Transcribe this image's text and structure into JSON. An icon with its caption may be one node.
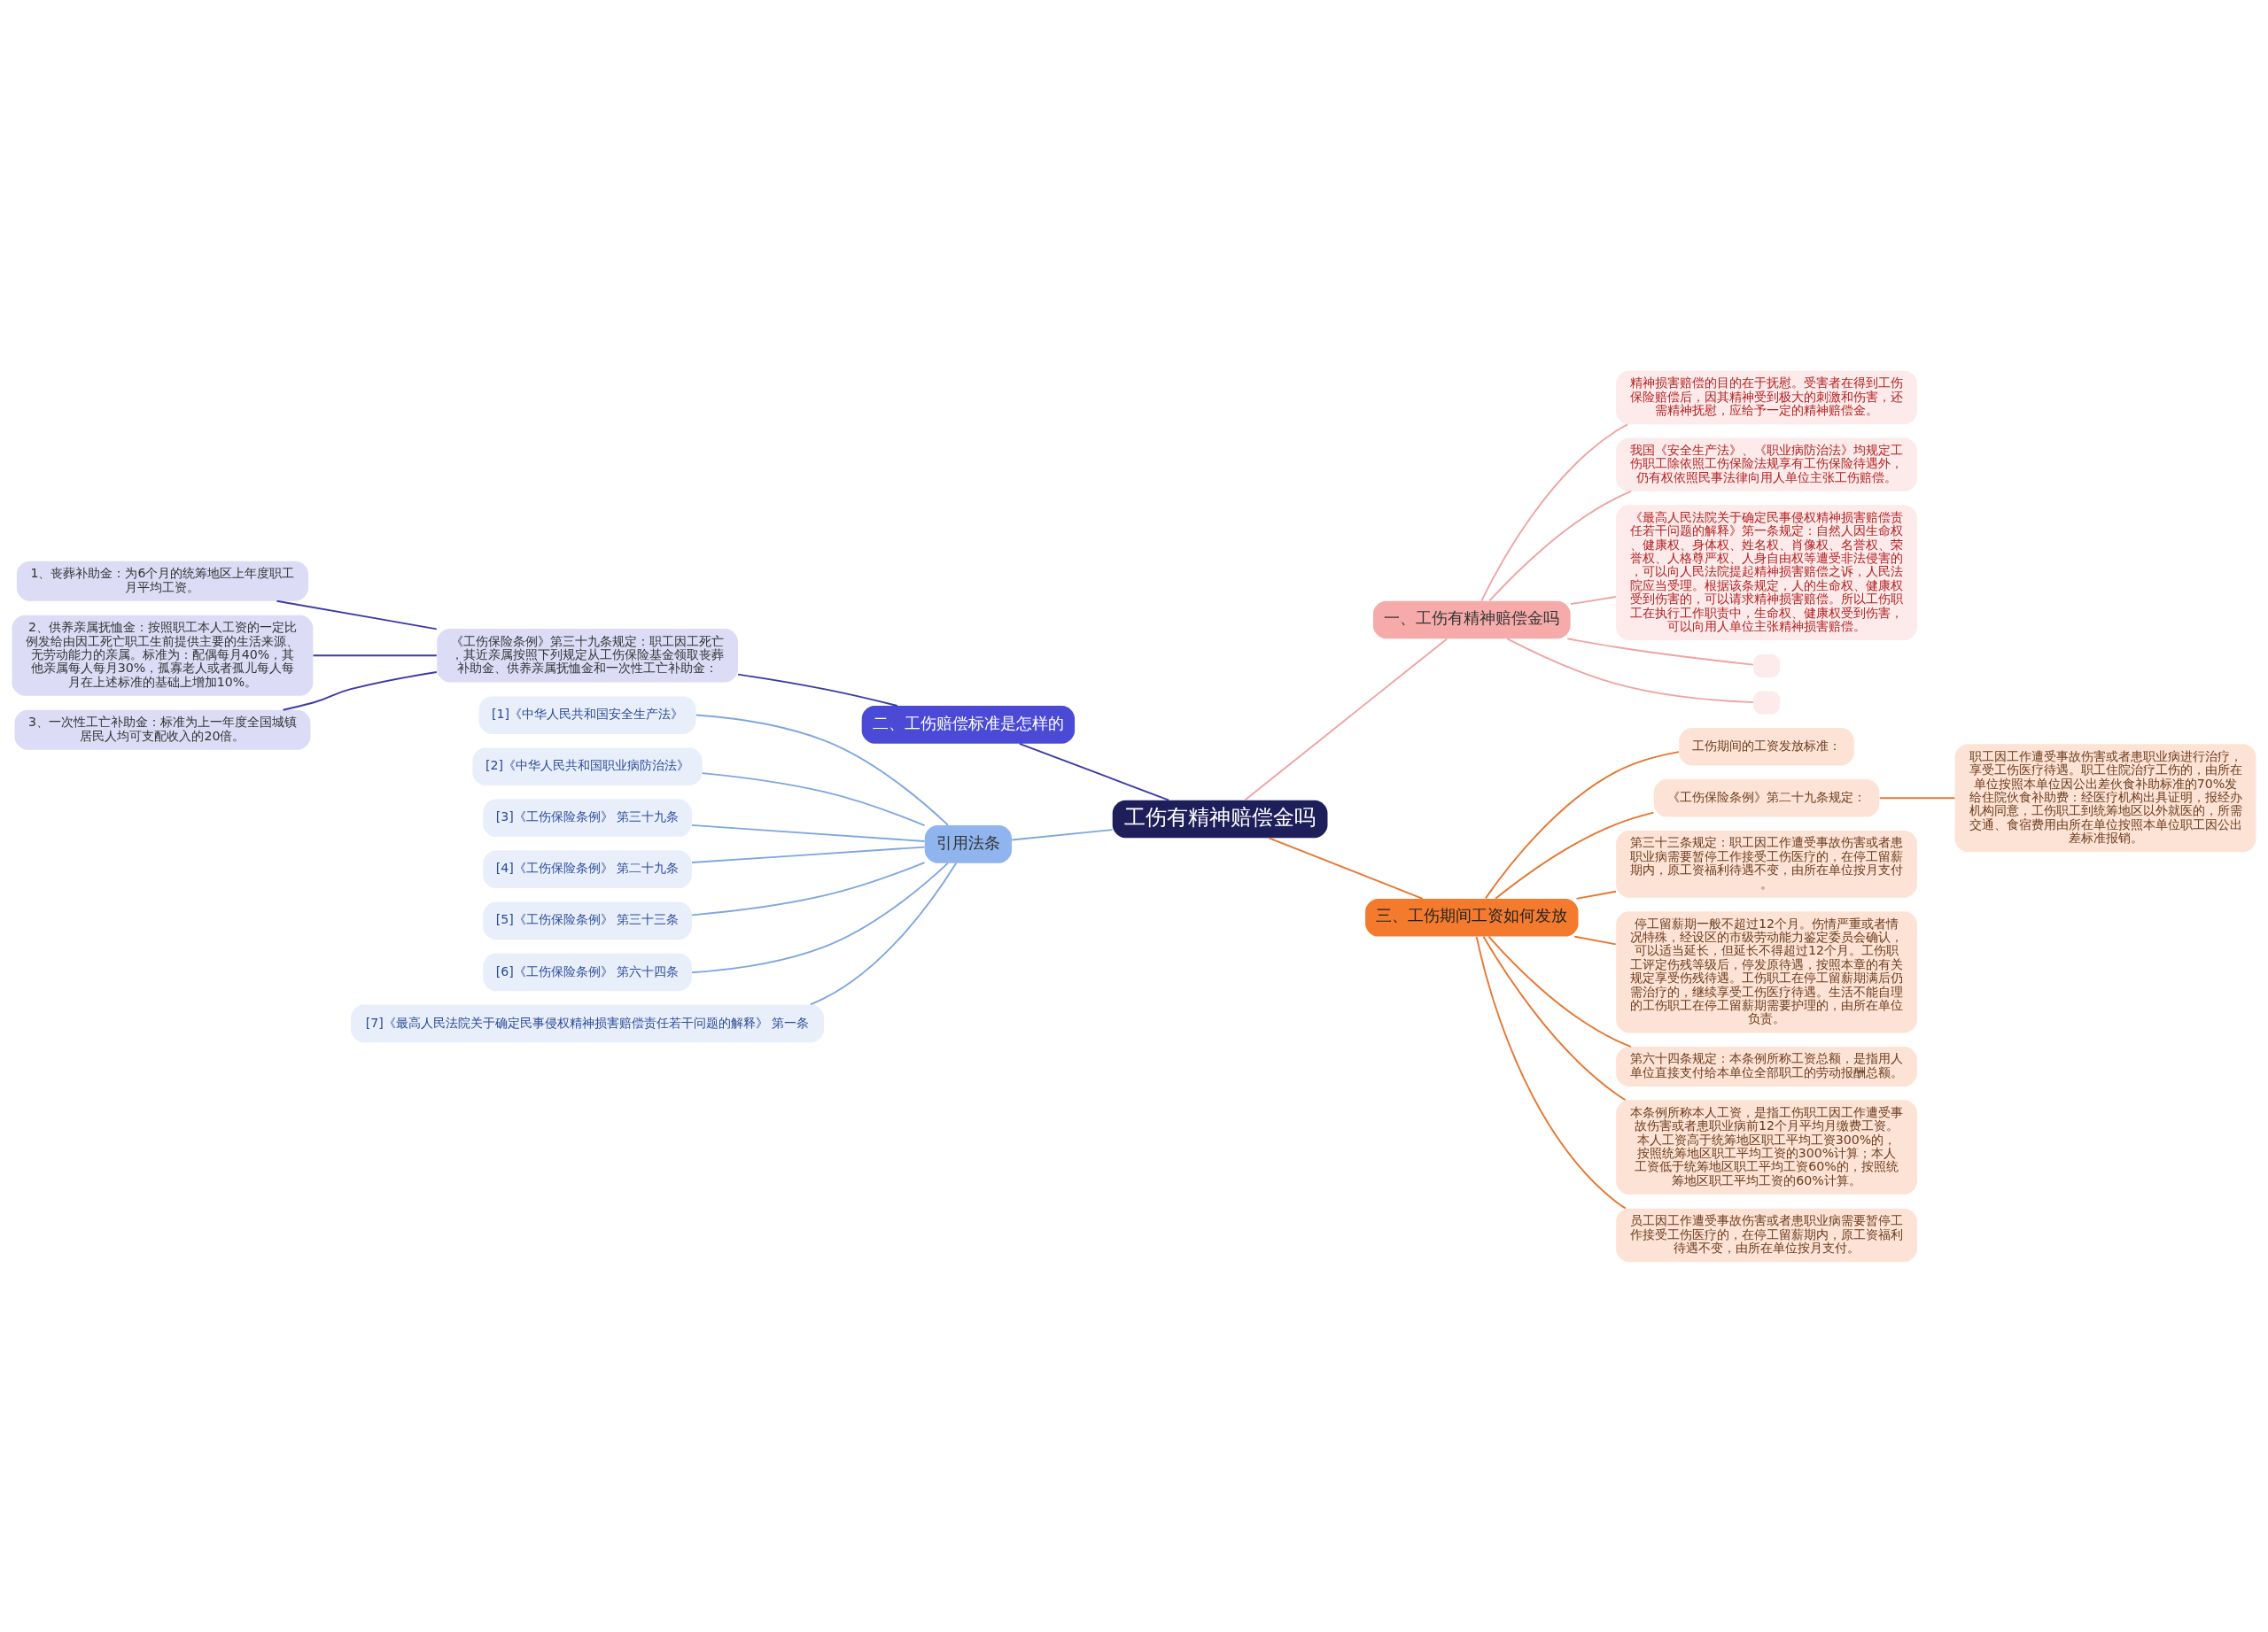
{
  "diagram": {
    "nodes": [
      {
        "text": [
          "工伤有精神赔偿金吗"
        ]
      },
      {
        "text": [
          "一、工伤有精神赔偿金吗"
        ]
      },
      {
        "text": [
          "精神损害赔偿的目的在于抚慰。受害者在得到工伤保险赔偿后，因其精神受到极大的刺激和伤害，还需精神抚慰，应给予一定的精神赔偿金。"
        ]
      },
      {
        "text": [
          "我国《安全生产法》、《职业病防治法》均规定工伤职工除依照工伤保险法规享有工伤保险待遇外，仍有权依照民事法律向用人单位主张工伤赔偿。"
        ]
      },
      {
        "text": [
          "《最高人民法院关于确定民事侵权精神损害赔偿责任若干问题的解释》第一条规定：自然人因生命权、健康权、身体权、姓名权、肖像权、名誉权、荣誉权、人格尊严权、人身自由权等遭受非法侵害的，可以向人民法院提起精神损害赔偿之诉，人民法院应当受理。根据该条规定，人的生命权、健康权受到伤害的，可以请求精神损害赔偿。所以工伤职工在执行工作职责中，生命权、健康权受到伤害，可以向用人单位主张精神损害赔偿。"
        ]
      },
      {
        "text": [],
        "shape": "box"
      },
      {
        "text": [],
        "shape": "box"
      },
      {
        "text": [
          "二、工伤赔偿标准是怎样的"
        ]
      },
      {
        "text": [
          "《工伤保险条例》第三十九条规定：职工因工死亡，其近亲属按照下列规定从工伤保险基金领取丧葬补助金、供养亲属抚恤金和一次性工亡补助金："
        ]
      },
      {
        "text": [
          "1、丧葬补助金：为6个月的统筹地区上年度职工月平均工资。"
        ]
      },
      {
        "text": [
          "2、供养亲属抚恤金：按照职工本人工资的一定比例发给由因工死亡职工生前提供主要的生活来源、无劳动能力的亲属。标准为：配偶每月40%，其他亲属每人每月30%，孤寡老人或者孤儿每人每月在上述标准的基础上增加10%。"
        ]
      },
      {
        "text": [
          "3、一次性工亡补助金：标准为上一年度全国城镇居民人均可支配收入的20倍。"
        ]
      },
      {
        "text": [
          "引用法条"
        ]
      },
      {
        "text": [
          "[1]《中华人民共和国安全生产法》"
        ]
      },
      {
        "text": [
          "[2]《中华人民共和国职业病防治法》"
        ]
      },
      {
        "text": [
          "[3]《工伤保险条例》 第三十九条"
        ]
      },
      {
        "text": [
          "[4]《工伤保险条例》 第二十九条"
        ]
      },
      {
        "text": [
          "[5]《工伤保险条例》 第三十三条"
        ]
      },
      {
        "text": [
          "[6]《工伤保险条例》 第六十四条"
        ]
      },
      {
        "text": [
          "[7]《最高人民法院关于确定民事侵权精神损害赔偿责任若干问题的解释》 第一条"
        ]
      },
      {
        "text": [
          "三、工伤期间工资如何发放"
        ]
      },
      {
        "text": [
          "工伤期间的工资发放标准："
        ]
      },
      {
        "text": [
          "《工伤保险条例》第二十九条规定："
        ]
      },
      {
        "text": [
          "职工因工作遭受事故伤害或者患职业病进行治疗，享受工伤医疗待遇。职工住院治疗工伤的，由所在单位按照本单位因公出差伙食补助标准的70%发给住院伙食补助费：经医疗机构出具证明，报经办机构同意，工伤职工到统筹地区以外就医的，所需交通、食宿费用由所在单位按照本单位职工因公出差标准报销。"
        ]
      },
      {
        "text": [
          "第三十三条规定：职工因工作遭受事故伤害或者患职业病需要暂停工作接受工伤医疗的，在停工留薪期内，原工资福利待遇不变，由所在单位按月支付。"
        ]
      },
      {
        "text": [
          "停工留薪期一般不超过12个月。伤情严重或者情况特殊，经设区的市级劳动能力鉴定委员会确认，可以适当延长，但延长不得超过12个月。工伤职工评定伤残等级后，停发原待遇，按照本章的有关规定享受伤残待遇。工伤职工在停工留薪期满后仍需治疗的，继续享受工伤医疗待遇。生活不能自理的工伤职工在停工留薪期需要护理的，由所在单位负责。"
        ]
      },
      {
        "text": [
          "第六十四条规定：本条例所称工资总额，是指用人单位直接支付给本单位全部职工的劳动报酬总额。"
        ]
      },
      {
        "text": [
          "本条例所称本人工资，是指工伤职工因工作遭受事故伤害或者患职业病前12个月平均月缴费工资。本人工资高于统筹地区职工平均工资300%的，按照统筹地区职工平均工资的300%计算；本人工资低于统筹地区职工平均工资60%的，按照统筹地区职工平均工资的60%计算。"
        ]
      },
      {
        "text": [
          "员工因工作遭受事故伤害或者患职业病需要暂停工作接受工伤医疗的，在停工留薪期内，原工资福利待遇不变，由所在单位按月支付。"
        ]
      }
    ],
    "edges": [
      {
        "from": 0,
        "to": 1,
        "arrow": "none",
        "color": "#f0a3a3"
      },
      {
        "from": 1,
        "to": 2,
        "arrow": "none",
        "color": "#f0a3a3"
      },
      {
        "from": 1,
        "to": 3,
        "arrow": "none",
        "color": "#f0a3a3"
      },
      {
        "from": 1,
        "to": 4,
        "arrow": "none",
        "color": "#f0a3a3"
      },
      {
        "from": 1,
        "to": 5,
        "arrow": "none",
        "color": "#f0a3a3"
      },
      {
        "from": 1,
        "to": 6,
        "arrow": "none",
        "color": "#f0a3a3"
      },
      {
        "from": 0,
        "to": 7,
        "arrow": "none",
        "color": "#3a3aa8"
      },
      {
        "from": 7,
        "to": 8,
        "arrow": "none",
        "color": "#3a3aa8"
      },
      {
        "from": 8,
        "to": 9,
        "arrow": "none",
        "color": "#3a3aa8"
      },
      {
        "from": 8,
        "to": 10,
        "arrow": "none",
        "color": "#3a3aa8"
      },
      {
        "from": 8,
        "to": 11,
        "arrow": "none",
        "color": "#3a3aa8"
      },
      {
        "from": 0,
        "to": 12,
        "arrow": "none",
        "color": "#7ea6e0"
      },
      {
        "from": 12,
        "to": 13,
        "arrow": "none",
        "color": "#7ea6e0"
      },
      {
        "from": 12,
        "to": 14,
        "arrow": "none",
        "color": "#7ea6e0"
      },
      {
        "from": 12,
        "to": 15,
        "arrow": "none",
        "color": "#7ea6e0"
      },
      {
        "from": 12,
        "to": 16,
        "arrow": "none",
        "color": "#7ea6e0"
      },
      {
        "from": 12,
        "to": 17,
        "arrow": "none",
        "color": "#7ea6e0"
      },
      {
        "from": 12,
        "to": 18,
        "arrow": "none",
        "color": "#7ea6e0"
      },
      {
        "from": 12,
        "to": 19,
        "arrow": "none",
        "color": "#7ea6e0"
      },
      {
        "from": 0,
        "to": 20,
        "arrow": "none",
        "color": "#e8752e"
      },
      {
        "from": 20,
        "to": 21,
        "arrow": "none",
        "color": "#e8752e"
      },
      {
        "from": 20,
        "to": 22,
        "arrow": "none",
        "color": "#e8752e"
      },
      {
        "from": 22,
        "to": 23,
        "arrow": "none",
        "color": "#e8752e"
      },
      {
        "from": 20,
        "to": 24,
        "arrow": "none",
        "color": "#e8752e"
      },
      {
        "from": 20,
        "to": 25,
        "arrow": "none",
        "color": "#e8752e"
      },
      {
        "from": 20,
        "to": 26,
        "arrow": "none",
        "color": "#e8752e"
      },
      {
        "from": 20,
        "to": 27,
        "arrow": "none",
        "color": "#e8752e"
      },
      {
        "from": 20,
        "to": 28,
        "arrow": "none",
        "color": "#e8752e"
      }
    ]
  }
}
